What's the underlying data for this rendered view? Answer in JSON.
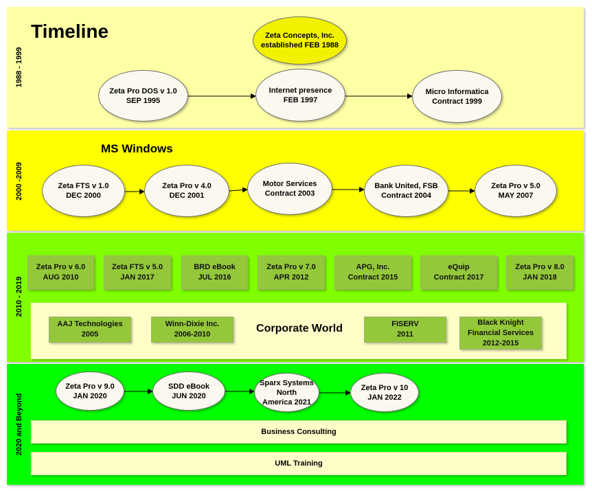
{
  "title": "Timeline",
  "lanes": {
    "l1": "1988 - 1999",
    "l2": "2000 -2009",
    "l3": "2010 - 2019",
    "l4": "2020 and Beyond"
  },
  "ms_windows": "MS Windows",
  "corporate_world": "Corporate World",
  "nodes": {
    "zeta_concepts": "Zeta Concepts, Inc.\nestablished FEB 1988",
    "zeta_dos": "Zeta Pro DOS v 1.0\nSEP 1995",
    "internet": "Internet presence\nFEB 1997",
    "micro": "Micro Informatica\nContract 1999",
    "fts1": "Zeta FTS v 1.0\nDEC 2000",
    "pro4": "Zeta Pro v 4.0\nDEC 2001",
    "motor": "Motor Services\nContract 2003",
    "bank": "Bank United, FSB\nContract 2004",
    "pro5": "Zeta Pro v 5.0\nMAY 2007",
    "pro9": "Zeta Pro v 9.0\nJAN 2020",
    "sdd": "SDD eBook\nJUN 2020",
    "sparx": "Sparx Systems\nNorth\nAmerica 2021",
    "pro10": "Zeta Pro v 10\nJAN 2022"
  },
  "boxes": {
    "pro6": "Zeta Pro v 6.0\nAUG 2010",
    "fts5": "Zeta FTS v 5.0\nJAN 2017",
    "brd": "BRD eBook\nJUL 2016",
    "pro7": "Zeta Pro v 7.0\nAPR 2012",
    "apg": "APG, Inc.\nContract  2015",
    "equip": "eQuip\nContract 2017",
    "pro8": "Zeta Pro v 8.0\nJAN 2018",
    "aaj": "AAJ Technologies\n2005",
    "winn": "Winn-Dixie Inc.\n2006-2010",
    "fiserv": "FISERV\n2011",
    "bk": "Black Knight\nFinancial Services\n2012-2015"
  },
  "bars": {
    "consulting": "Business Consulting",
    "uml": "UML Training"
  },
  "colors": {
    "lane1": "#ffffa6",
    "lane2": "#ffff00",
    "lane3": "#80ff00",
    "lane4": "#00ff00",
    "box": "#94c83a",
    "highlight_ellipse": "#f2f200"
  }
}
